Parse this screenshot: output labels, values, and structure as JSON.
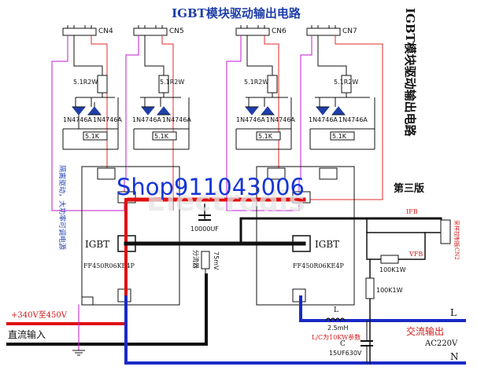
{
  "title": "IGBT模块驱动输出电路",
  "side_title": "IGBT模块驱动输出电路",
  "version": "第三版",
  "connectors": [
    "CN4",
    "CN5",
    "CN6",
    "CN7"
  ],
  "resistor_gate": "5.1R2W",
  "zener": "1N4746A",
  "resistor_ge": "5.1K",
  "igbt_label": "IGBT",
  "igbt_model": "FF450R06KE4P",
  "capacitor_main": "10000UF",
  "shunt_label": "分流器",
  "shunt_value": "75mV",
  "side_note": "隔离驱动，大功率可调电源",
  "ifb": "IFB",
  "vfb": "VFB",
  "sample_board": "采样控制板CN2",
  "r_100k_1": "100K1W",
  "r_100k_2": "100K1W",
  "dc_voltage": "+340V至450V",
  "dc_input": "直流输入",
  "inductor_L": "L",
  "inductor_value": "2.5mH",
  "lc_note": "L/C为10KW参数",
  "cap_C": "C",
  "cap_value": "15UF630V",
  "ac_output": "交流输出",
  "ac_voltage": "AC220V",
  "terminal_L": "L",
  "terminal_N": "N",
  "watermark": "Electrodis",
  "shop": "Shop911043006"
}
